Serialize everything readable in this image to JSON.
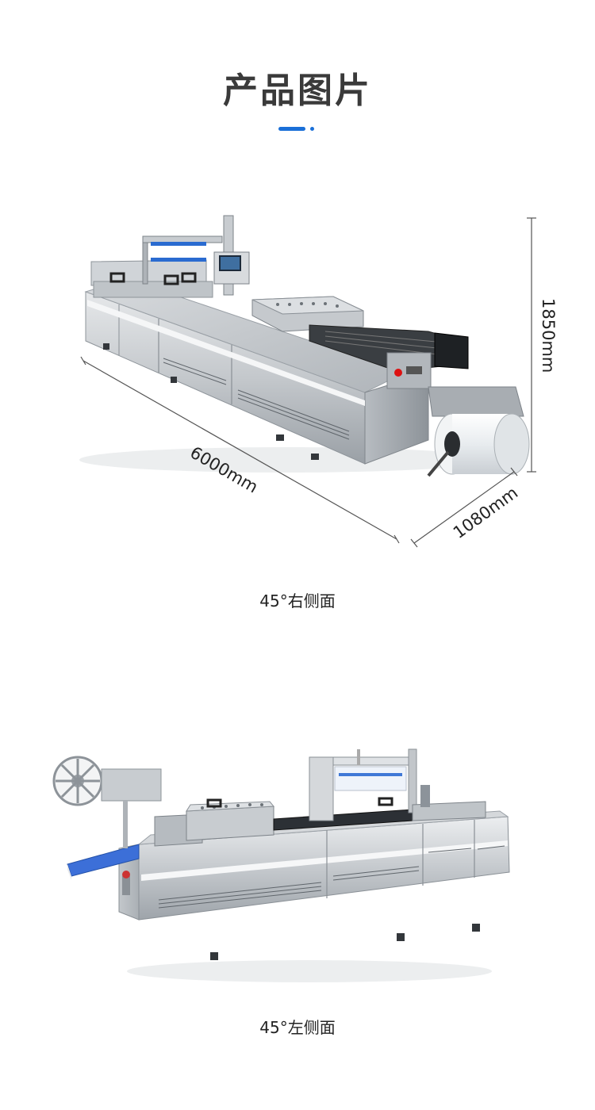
{
  "page": {
    "title": "产品图片",
    "accent_color": "#1a6fd8"
  },
  "product_view_1": {
    "caption": "45°右侧面",
    "dimensions": {
      "length": "6000mm",
      "width": "1080mm",
      "height": "1850mm"
    }
  },
  "product_view_2": {
    "caption": "45°左侧面"
  }
}
